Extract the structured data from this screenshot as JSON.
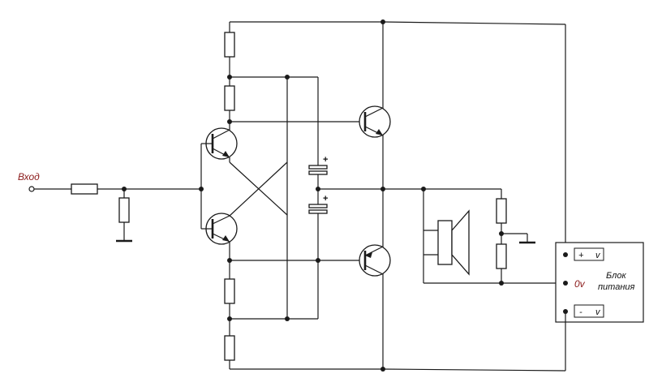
{
  "labels": {
    "input": "Вход",
    "zero_volt": "0v",
    "ps_line1": "Блок",
    "ps_line2": "питания",
    "ps_plus_sign": "+",
    "ps_plus_unit": "v",
    "ps_minus_sign": "-",
    "ps_minus_unit": "v",
    "cap_plus": "+"
  },
  "colors": {
    "label_red": "#8b1a1a",
    "line": "#1a1a1a"
  }
}
